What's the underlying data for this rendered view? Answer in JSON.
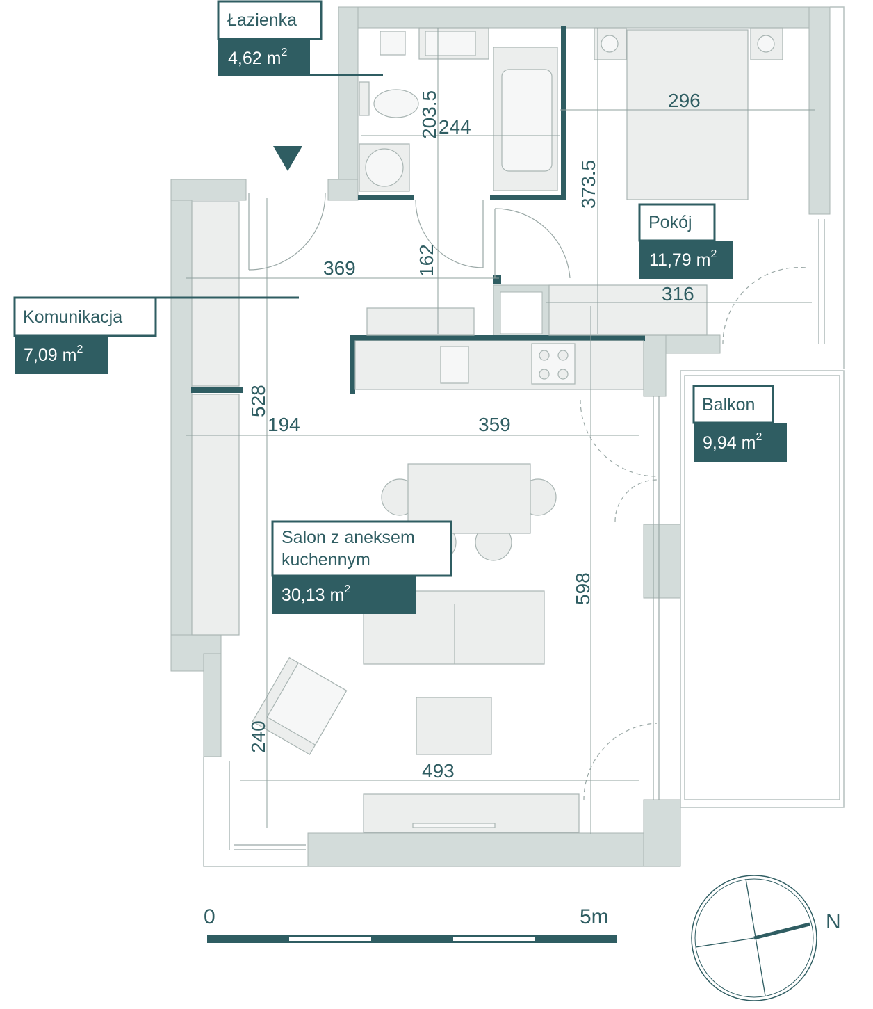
{
  "rooms": {
    "lazienka": {
      "name": "Łazienka",
      "area": "4,62 m",
      "sup": "2"
    },
    "pokoj": {
      "name": "Pokój",
      "area": "11,79 m",
      "sup": "2"
    },
    "komunikacja": {
      "name": "Komunikacja",
      "area": "7,09 m",
      "sup": "2"
    },
    "balkon": {
      "name": "Balkon",
      "area": "9,94 m",
      "sup": "2"
    },
    "salon": {
      "name_line1": "Salon z aneksem",
      "name_line2": "kuchennym",
      "area": "30,13 m",
      "sup": "2"
    }
  },
  "dimensions": {
    "d_203_5": "203.5",
    "d_244": "244",
    "d_296": "296",
    "d_373_5": "373.5",
    "d_369": "369",
    "d_162": "162",
    "d_316": "316",
    "d_528": "528",
    "d_194": "194",
    "d_359": "359",
    "d_598": "598",
    "d_240": "240",
    "d_493": "493"
  },
  "scale": {
    "start": "0",
    "end": "5m"
  },
  "compass": {
    "north": "N"
  },
  "colors": {
    "accent": "#2f5d62",
    "wall": "#d3dcda",
    "furniture": "#eceeed",
    "line": "#9aa8a6"
  }
}
